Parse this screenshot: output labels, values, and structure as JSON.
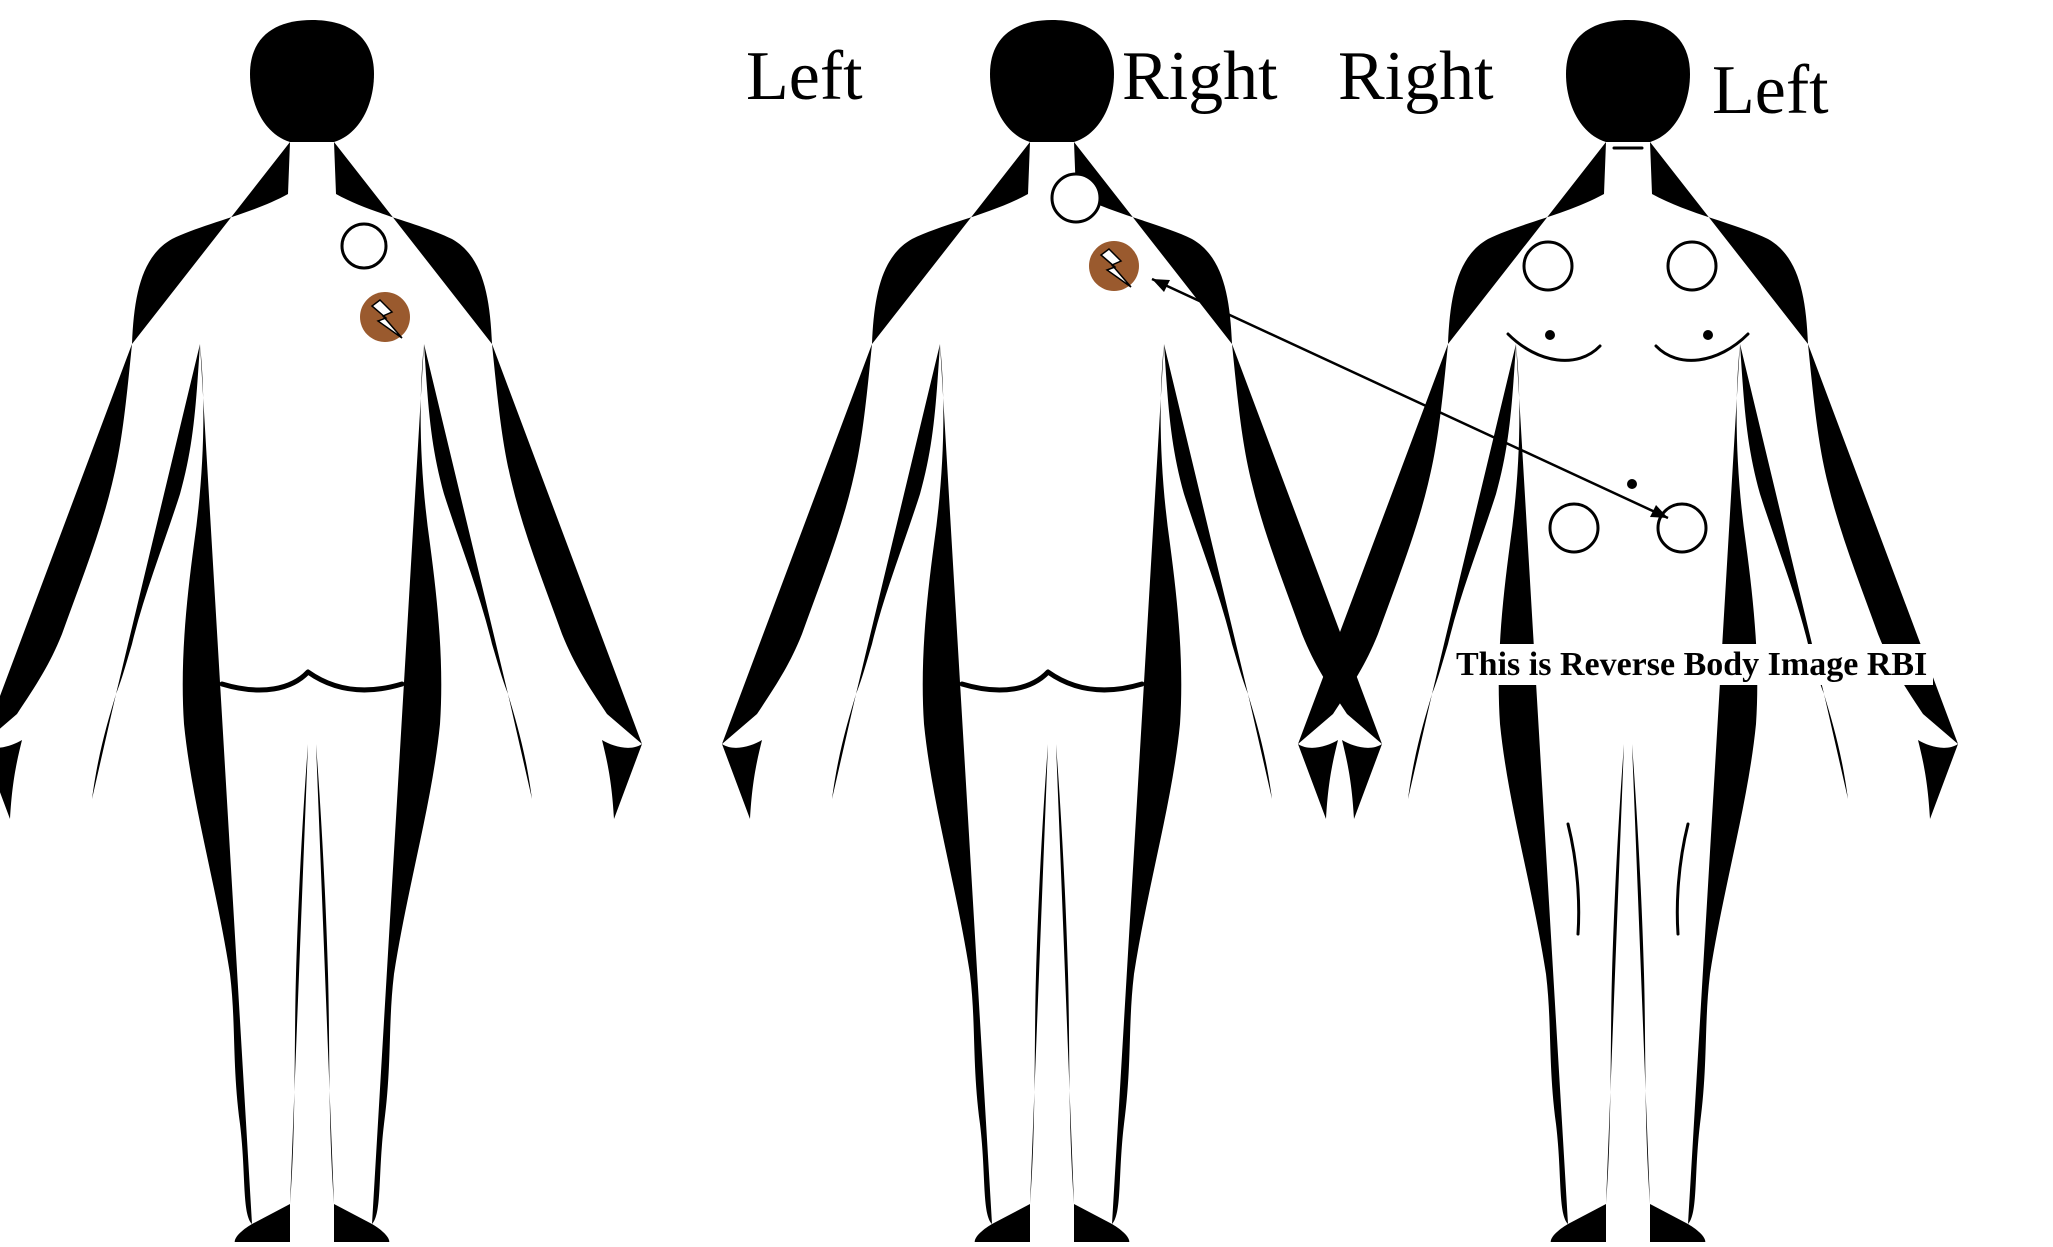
{
  "labels": {
    "middle_left": "Left",
    "middle_right": "Right",
    "front_right": "Right",
    "front_left": "Left"
  },
  "caption": "This is Reverse Body Image RBI",
  "colors": {
    "outline": "#000000",
    "pain_marker": "#9a5a2e",
    "background": "#ffffff"
  },
  "icons": {
    "pain_point": "lightning-bolt-icon",
    "marker": "circle-marker"
  }
}
